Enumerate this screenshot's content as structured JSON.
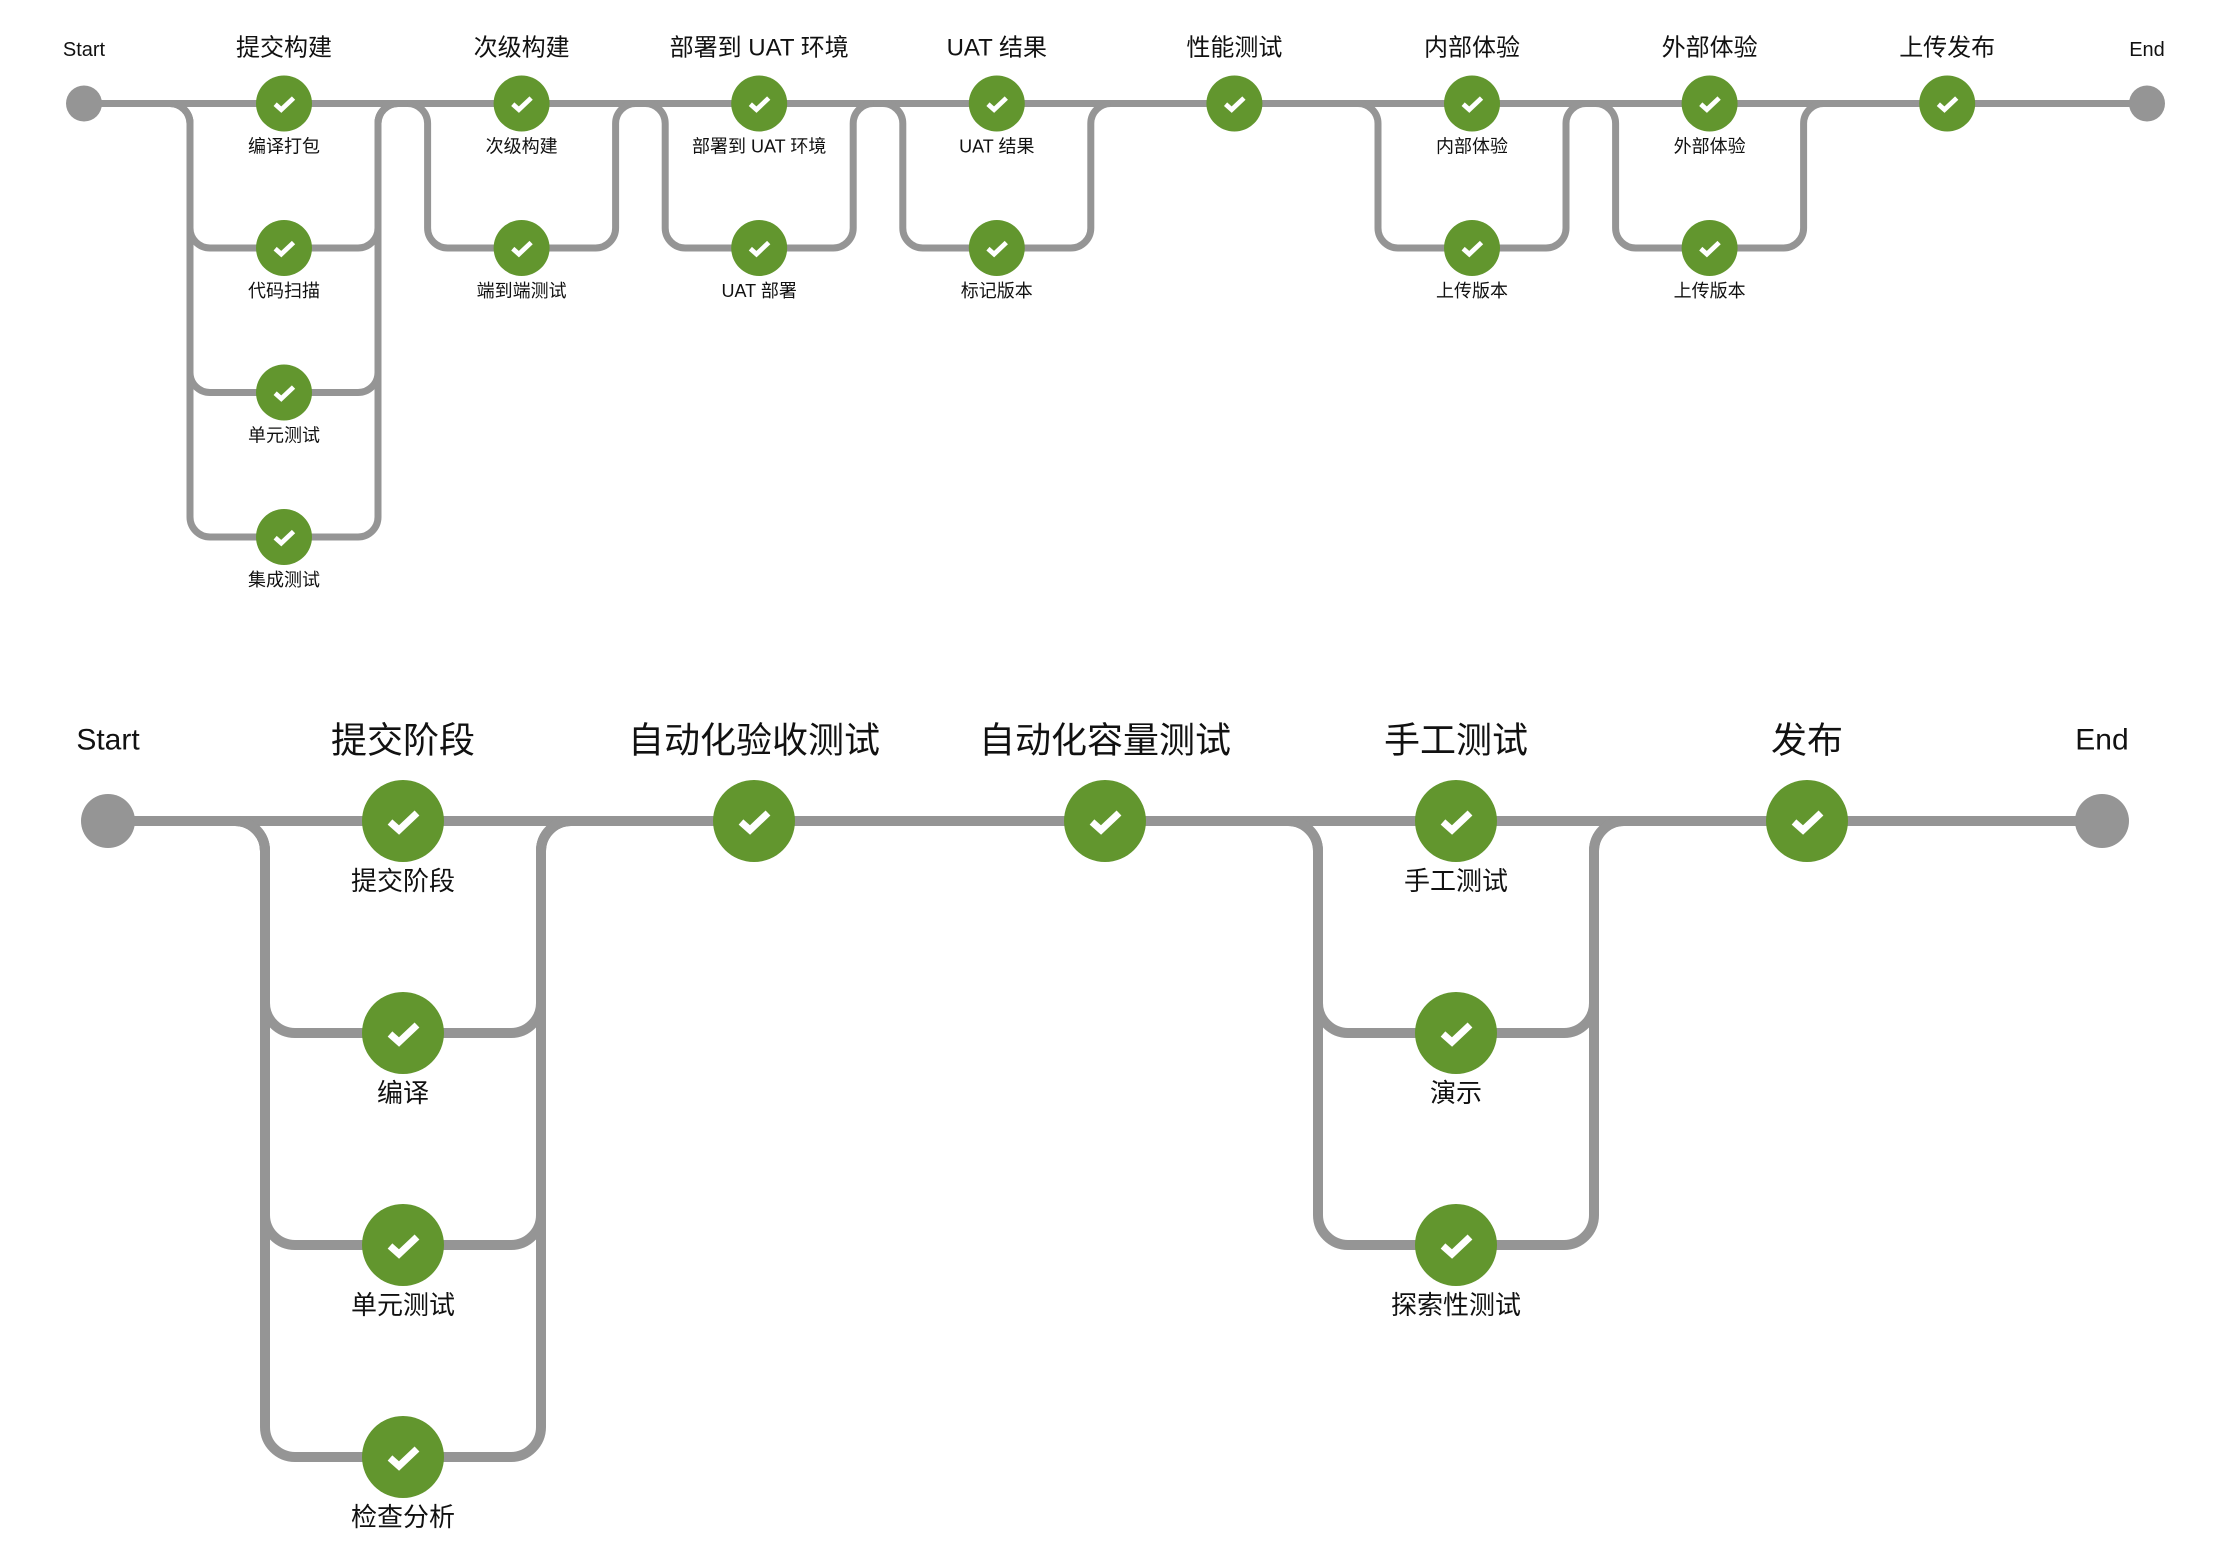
{
  "colors": {
    "success": "#62962e",
    "connector": "#959595",
    "terminal": "#959595",
    "check": "#ffffff",
    "text": "#111111"
  },
  "pipelines": [
    {
      "id": "pipeline-detailed",
      "start_label": "Start",
      "end_label": "End",
      "stages": [
        {
          "title": "提交构建",
          "status": "success",
          "steps": [
            "编译打包",
            "代码扫描",
            "单元测试",
            "集成测试"
          ]
        },
        {
          "title": "次级构建",
          "status": "success",
          "steps": [
            "次级构建",
            "端到端测试"
          ]
        },
        {
          "title": "部署到 UAT 环境",
          "status": "success",
          "steps": [
            "部署到 UAT 环境",
            "UAT 部署"
          ]
        },
        {
          "title": "UAT 结果",
          "status": "success",
          "steps": [
            "UAT 结果",
            "标记版本"
          ]
        },
        {
          "title": "性能测试",
          "status": "success",
          "steps": []
        },
        {
          "title": "内部体验",
          "status": "success",
          "steps": [
            "内部体验",
            "上传版本"
          ]
        },
        {
          "title": "外部体验",
          "status": "success",
          "steps": [
            "外部体验",
            "上传版本"
          ]
        },
        {
          "title": "上传发布",
          "status": "success",
          "steps": []
        }
      ]
    },
    {
      "id": "pipeline-overview",
      "start_label": "Start",
      "end_label": "End",
      "stages": [
        {
          "title": "提交阶段",
          "status": "success",
          "steps": [
            "提交阶段",
            "编译",
            "单元测试",
            "检查分析"
          ]
        },
        {
          "title": "自动化验收测试",
          "status": "success",
          "steps": []
        },
        {
          "title": "自动化容量测试",
          "status": "success",
          "steps": []
        },
        {
          "title": "手工测试",
          "status": "success",
          "steps": [
            "手工测试",
            "演示",
            "探索性测试"
          ]
        },
        {
          "title": "发布",
          "status": "success",
          "steps": []
        }
      ]
    }
  ]
}
